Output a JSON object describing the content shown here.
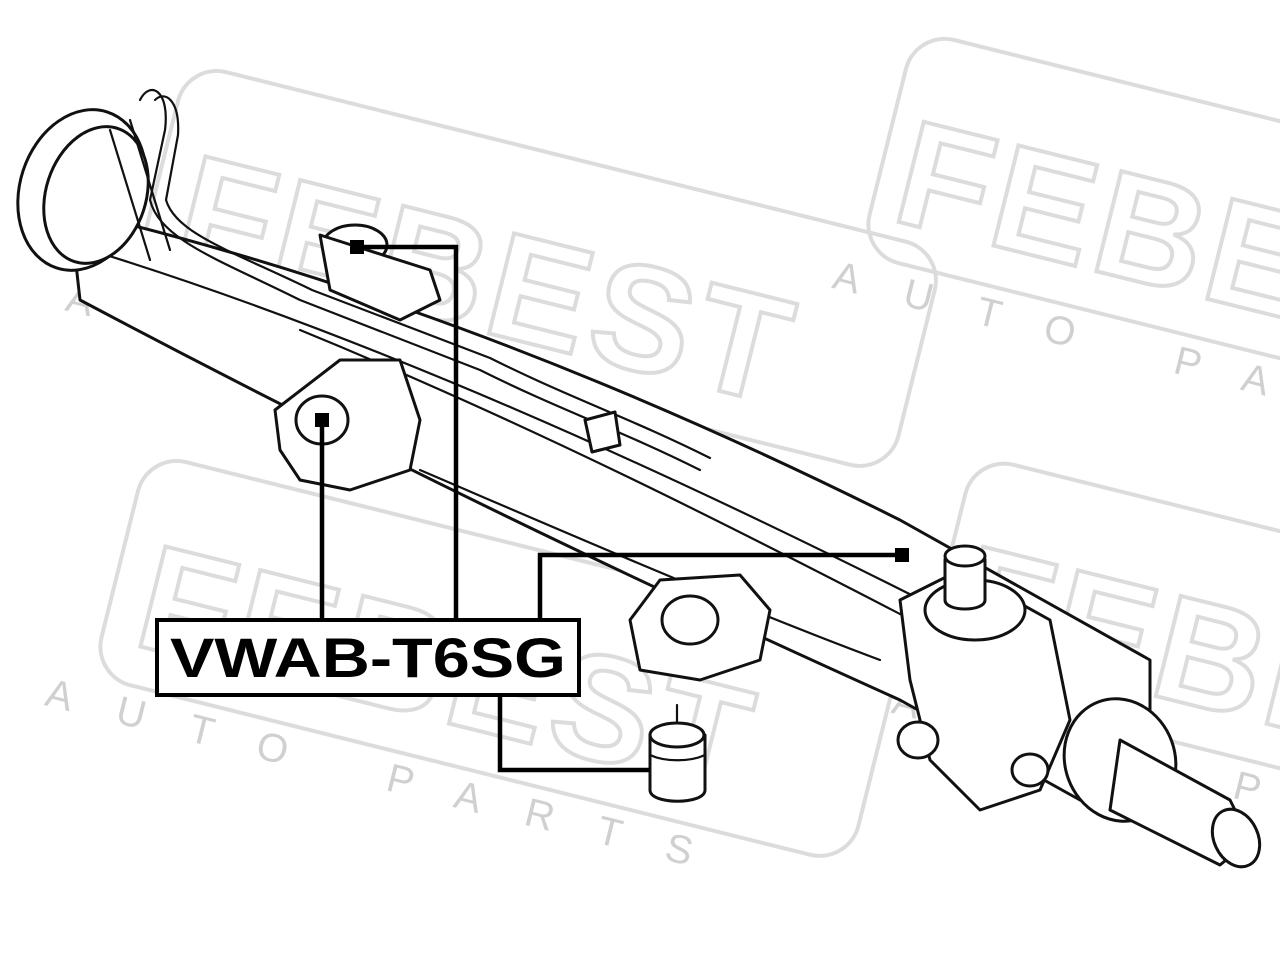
{
  "watermark": {
    "brand": "FEBEST",
    "tagline": "AUTO PARTS"
  },
  "callout": {
    "part_number": "VWAB-T6SG"
  },
  "colors": {
    "line": "#000000",
    "watermark": "#dcdcdc",
    "background": "#ffffff"
  }
}
